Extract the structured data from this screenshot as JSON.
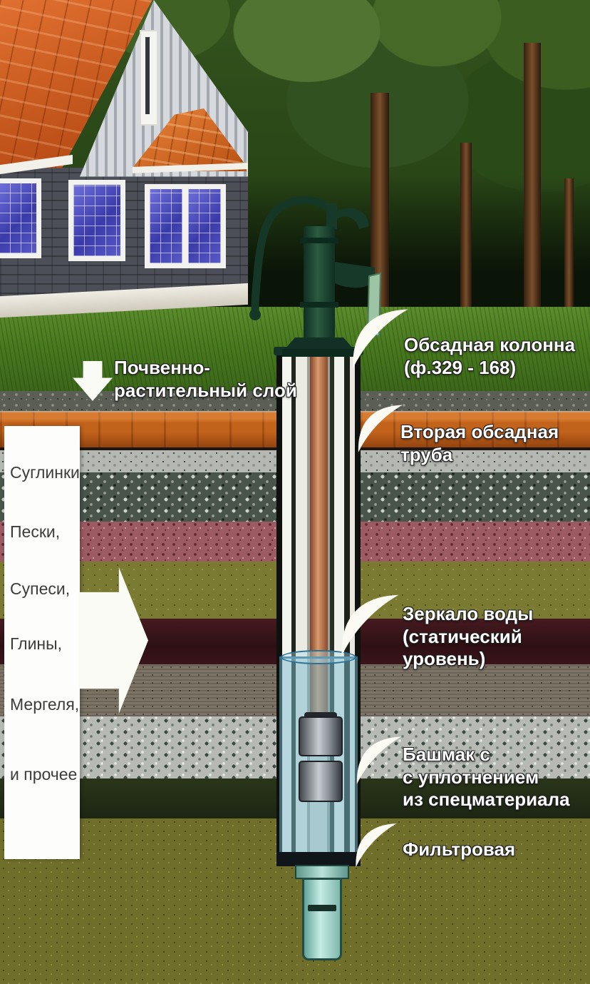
{
  "labels": {
    "topsoil": {
      "line1": "Почвенно-",
      "line2": "растительный слой"
    },
    "soil_types": [
      "Суглинки",
      "Пески,",
      "Супеси,",
      "Глины,",
      "Мергеля,",
      "и прочее"
    ],
    "callouts": {
      "casing": {
        "line1": "Обсадная колонна",
        "line2": "(ф.329 - 168)"
      },
      "second_casing": {
        "line1": "Вторая обсадная",
        "line2": "труба"
      },
      "water_level": {
        "line1": "Зеркало воды",
        "line2": "(статический",
        "line3": "уровень)"
      },
      "shoe": {
        "line1": "Башмак с",
        "line2": "с уплотнением",
        "line3": "из спецматериала"
      },
      "filter": {
        "line1": "Фильтровая"
      }
    }
  },
  "palette": {
    "roof_orange": "#c85a1e",
    "pump_green": "#1c4434",
    "copper_pipe": "#c58a5e",
    "water_blue": "#7fb7cc",
    "filter_teal": "#a6d8d0",
    "label_text": "#ffffff",
    "panel_text": "#3c3c3c",
    "soil_bands": [
      "#5a5e55",
      "#c2631c",
      "#b5b8b2",
      "#49544b",
      "#9c5a62",
      "#7b7a33",
      "#38151c",
      "#7d7466",
      "#b7bab4",
      "#232e17",
      "#706e2b"
    ]
  }
}
